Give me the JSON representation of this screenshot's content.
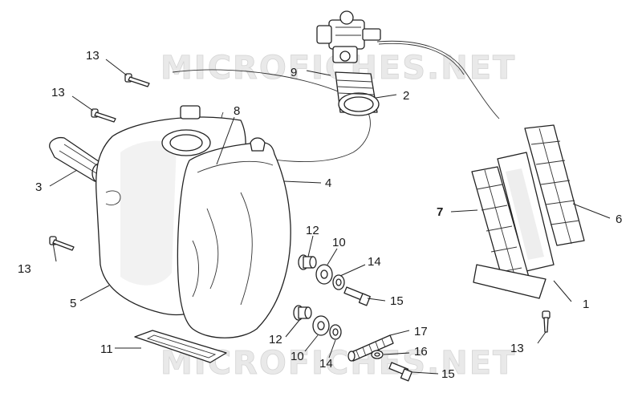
{
  "diagram": {
    "watermark": "MICROFICHES.NET",
    "callouts": [
      {
        "id": "c13a",
        "text": "13"
      },
      {
        "id": "c13b",
        "text": "13"
      },
      {
        "id": "c13c",
        "text": "13"
      },
      {
        "id": "c13d",
        "text": "13"
      },
      {
        "id": "c9",
        "text": "9"
      },
      {
        "id": "c2",
        "text": "2"
      },
      {
        "id": "c8",
        "text": "8"
      },
      {
        "id": "c3",
        "text": "3"
      },
      {
        "id": "c4",
        "text": "4"
      },
      {
        "id": "c7",
        "text": "7"
      },
      {
        "id": "c6",
        "text": "6"
      },
      {
        "id": "c12a",
        "text": "12"
      },
      {
        "id": "c10a",
        "text": "10"
      },
      {
        "id": "c14a",
        "text": "14"
      },
      {
        "id": "c15a",
        "text": "15"
      },
      {
        "id": "c5",
        "text": "5"
      },
      {
        "id": "c1",
        "text": "1"
      },
      {
        "id": "c12b",
        "text": "12"
      },
      {
        "id": "c17",
        "text": "17"
      },
      {
        "id": "c11",
        "text": "11"
      },
      {
        "id": "c10b",
        "text": "10"
      },
      {
        "id": "c14b",
        "text": "14"
      },
      {
        "id": "c16",
        "text": "16"
      },
      {
        "id": "c15b",
        "text": "15"
      }
    ]
  }
}
